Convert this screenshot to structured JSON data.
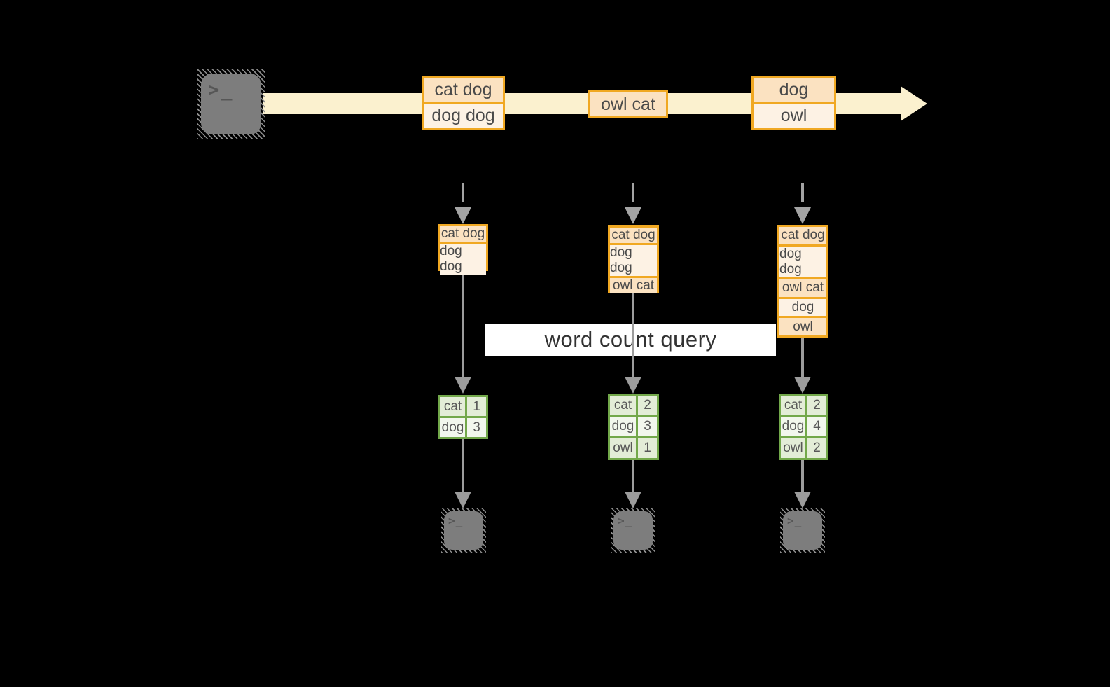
{
  "palette": {
    "background": "#000000",
    "stream_arrow": "#FBF1CF",
    "orange_border": "#F0A822",
    "orange_fill_dark": "#FBE2C1",
    "orange_fill_light": "#FDF2E4",
    "green_border": "#72A84A",
    "green_fill_dark": "#E3EDD7",
    "green_fill_light": "#F2F7ED",
    "arrow_gray": "#9C9C9C",
    "terminal_gray": "#7D7D7D",
    "query_band": "#FFFFFF"
  },
  "icons": {
    "terminal_glyph": ">_"
  },
  "stream": {
    "batches": [
      {
        "cells": [
          "cat dog",
          "dog dog"
        ]
      },
      {
        "cells": [
          "owl cat"
        ]
      },
      {
        "cells": [
          "dog",
          "owl"
        ]
      }
    ]
  },
  "micro_batches": [
    {
      "cells": [
        "cat dog",
        "dog dog"
      ]
    },
    {
      "cells": [
        "cat dog",
        "dog dog",
        "owl cat"
      ]
    },
    {
      "cells": [
        "cat dog",
        "dog dog",
        "owl cat",
        "dog",
        "owl"
      ]
    }
  ],
  "query": {
    "label": "word count query"
  },
  "results": [
    {
      "rows": [
        [
          "cat",
          "1"
        ],
        [
          "dog",
          "3"
        ]
      ]
    },
    {
      "rows": [
        [
          "cat",
          "2"
        ],
        [
          "dog",
          "3"
        ],
        [
          "owl",
          "1"
        ]
      ]
    },
    {
      "rows": [
        [
          "cat",
          "2"
        ],
        [
          "dog",
          "4"
        ],
        [
          "owl",
          "2"
        ]
      ]
    }
  ]
}
